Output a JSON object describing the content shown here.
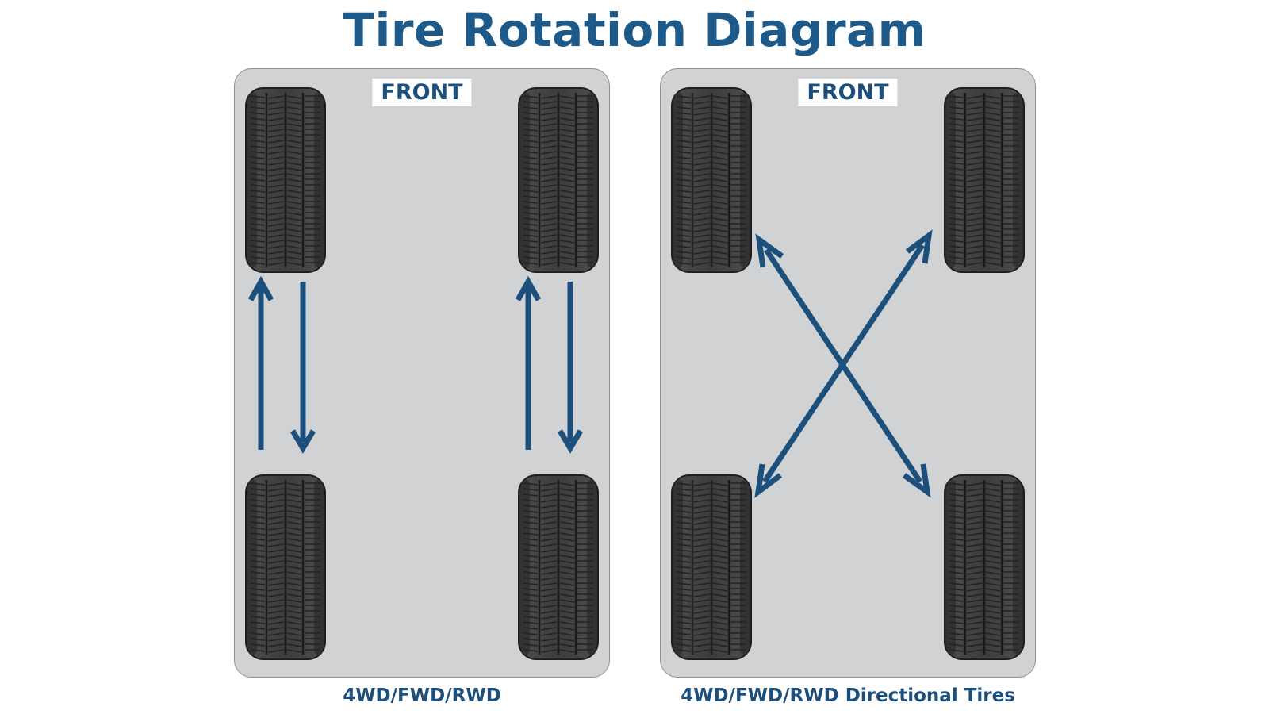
{
  "title": "Tire Rotation Diagram",
  "colors": {
    "title": "#1d5a8a",
    "arrow": "#1d4f7c",
    "panel": "#d1d2d4"
  },
  "diagrams": [
    {
      "front_label": "FRONT",
      "caption": "4WD/FWD/RWD",
      "pattern": "front-to-back"
    },
    {
      "front_label": "FRONT",
      "caption": "4WD/FWD/RWD Directional Tires",
      "pattern": "cross"
    }
  ]
}
